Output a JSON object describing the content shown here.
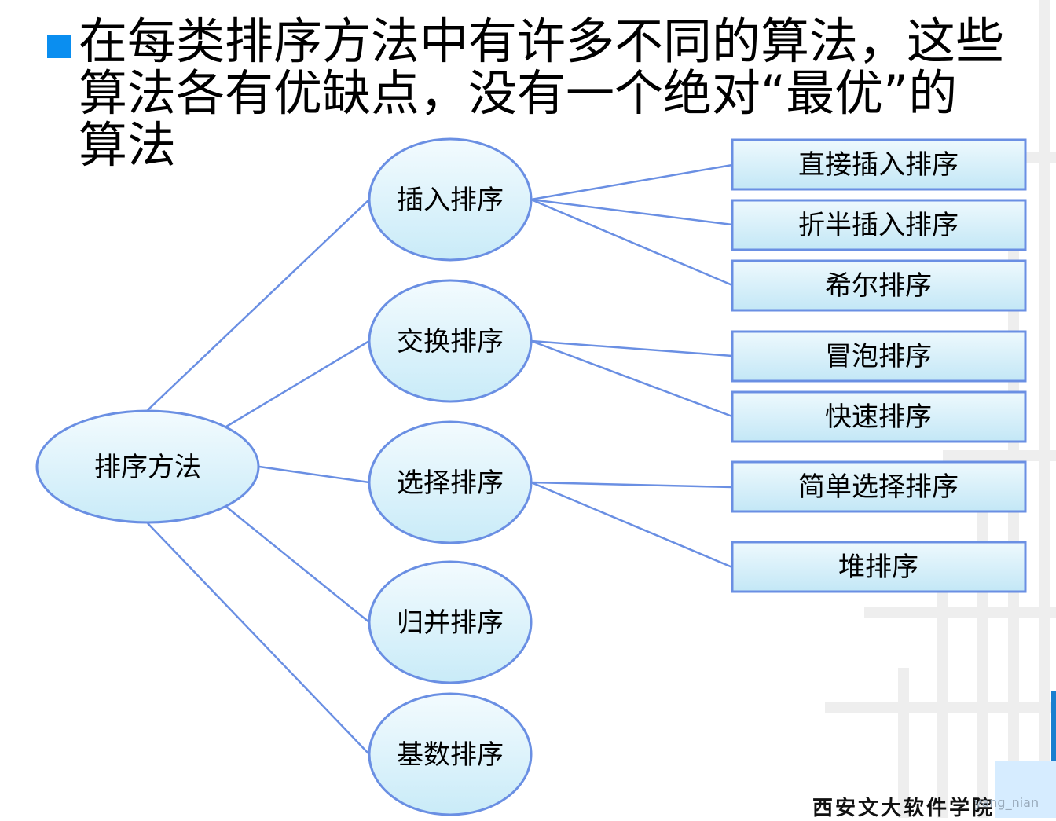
{
  "heading": {
    "lines": [
      "在每类排序方法中有许多不同的算法，这些",
      "算法各有优缺点，没有一个绝对“最优”的",
      "算法"
    ]
  },
  "diagram": {
    "root": "排序方法",
    "categories": [
      "插入排序",
      "交换排序",
      "选择排序",
      "归并排序",
      "基数排序"
    ],
    "leaves": [
      "直接插入排序",
      "折半插入排序",
      "希尔排序",
      "冒泡排序",
      "快速排序",
      "简单选择排序",
      "堆排序"
    ],
    "colors": {
      "node_fill": "#d9f2fb",
      "node_stroke": "#6a8fe3",
      "edge": "#6a8fe3"
    }
  },
  "footer": {
    "institution": "西安文大软件学院",
    "watermark": "yang_nian"
  }
}
